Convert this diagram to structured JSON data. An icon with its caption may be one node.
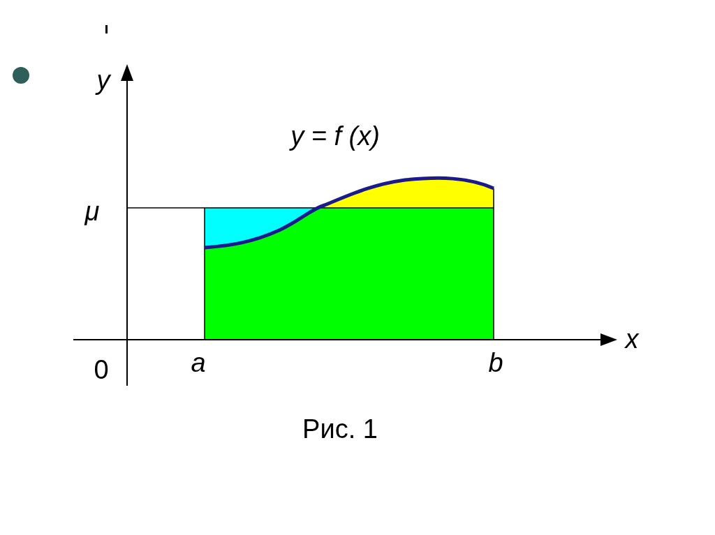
{
  "diagram": {
    "caption": "Рис. 1",
    "labels": [
      "y",
      "y = f (x)",
      "μ",
      "x",
      "0",
      "a",
      "b"
    ]
  }
}
